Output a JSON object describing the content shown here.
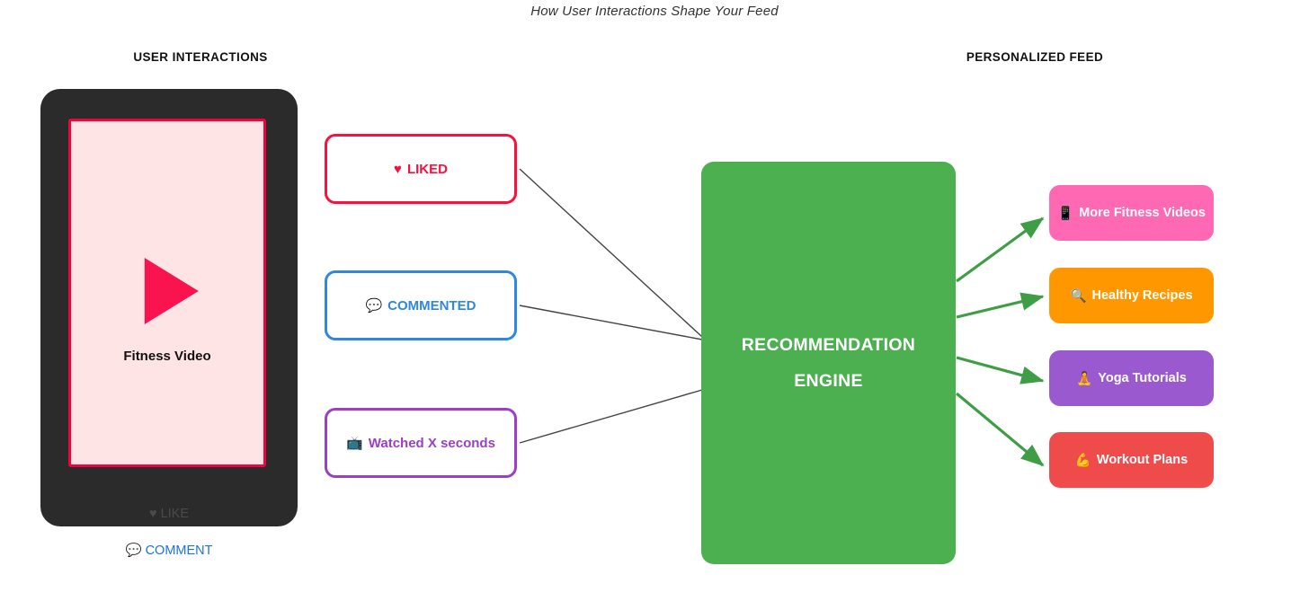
{
  "title": "How User Interactions Shape Your Feed",
  "columns": {
    "left_header": "USER INTERACTIONS",
    "right_header": "PERSONALIZED FEED"
  },
  "phone": {
    "video_label": "Fitness Video",
    "play_icon": "play-triangle",
    "like_action": {
      "glyph": "♥",
      "label": "LIKE",
      "icon_name": "heart-icon"
    },
    "comment_action": {
      "glyph": "💬",
      "label": "COMMENT",
      "icon_name": "speech-bubble-icon"
    },
    "frame_color": "#2b2b2b",
    "screen_color": "#ffe4e6",
    "screen_border_color": "#f4003c",
    "play_color": "#f9134f"
  },
  "interactions": [
    {
      "glyph": "♥",
      "icon_name": "heart-icon",
      "label": "LIKED",
      "color": "#fa0f3d"
    },
    {
      "glyph": "💬",
      "icon_name": "speech-bubble-icon",
      "label": "COMMENTED",
      "color": "#2f87e0"
    },
    {
      "glyph": "📺",
      "icon_name": "television-icon",
      "label": "Watched X seconds",
      "color": "#9b3fc4"
    }
  ],
  "engine": {
    "line1": "RECOMMENDATION",
    "line2": "ENGINE",
    "color": "#4caf50"
  },
  "feed": [
    {
      "glyph": "📱",
      "icon_name": "mobile-phone-icon",
      "label": "More Fitness Videos",
      "color": "#ff69b4"
    },
    {
      "glyph": "🔍",
      "icon_name": "magnifying-glass-icon",
      "label": "Healthy Recipes",
      "color": "#ff9800"
    },
    {
      "glyph": "🧘",
      "icon_name": "lotus-position-icon",
      "label": "Yoga Tutorials",
      "color": "#9b59d0"
    },
    {
      "glyph": "💪",
      "icon_name": "flexed-biceps-icon",
      "label": "Workout Plans",
      "color": "#ef4b4b"
    }
  ],
  "connectors": {
    "input_line_color": "#444444",
    "output_arrow_color": "#3f9e45"
  }
}
